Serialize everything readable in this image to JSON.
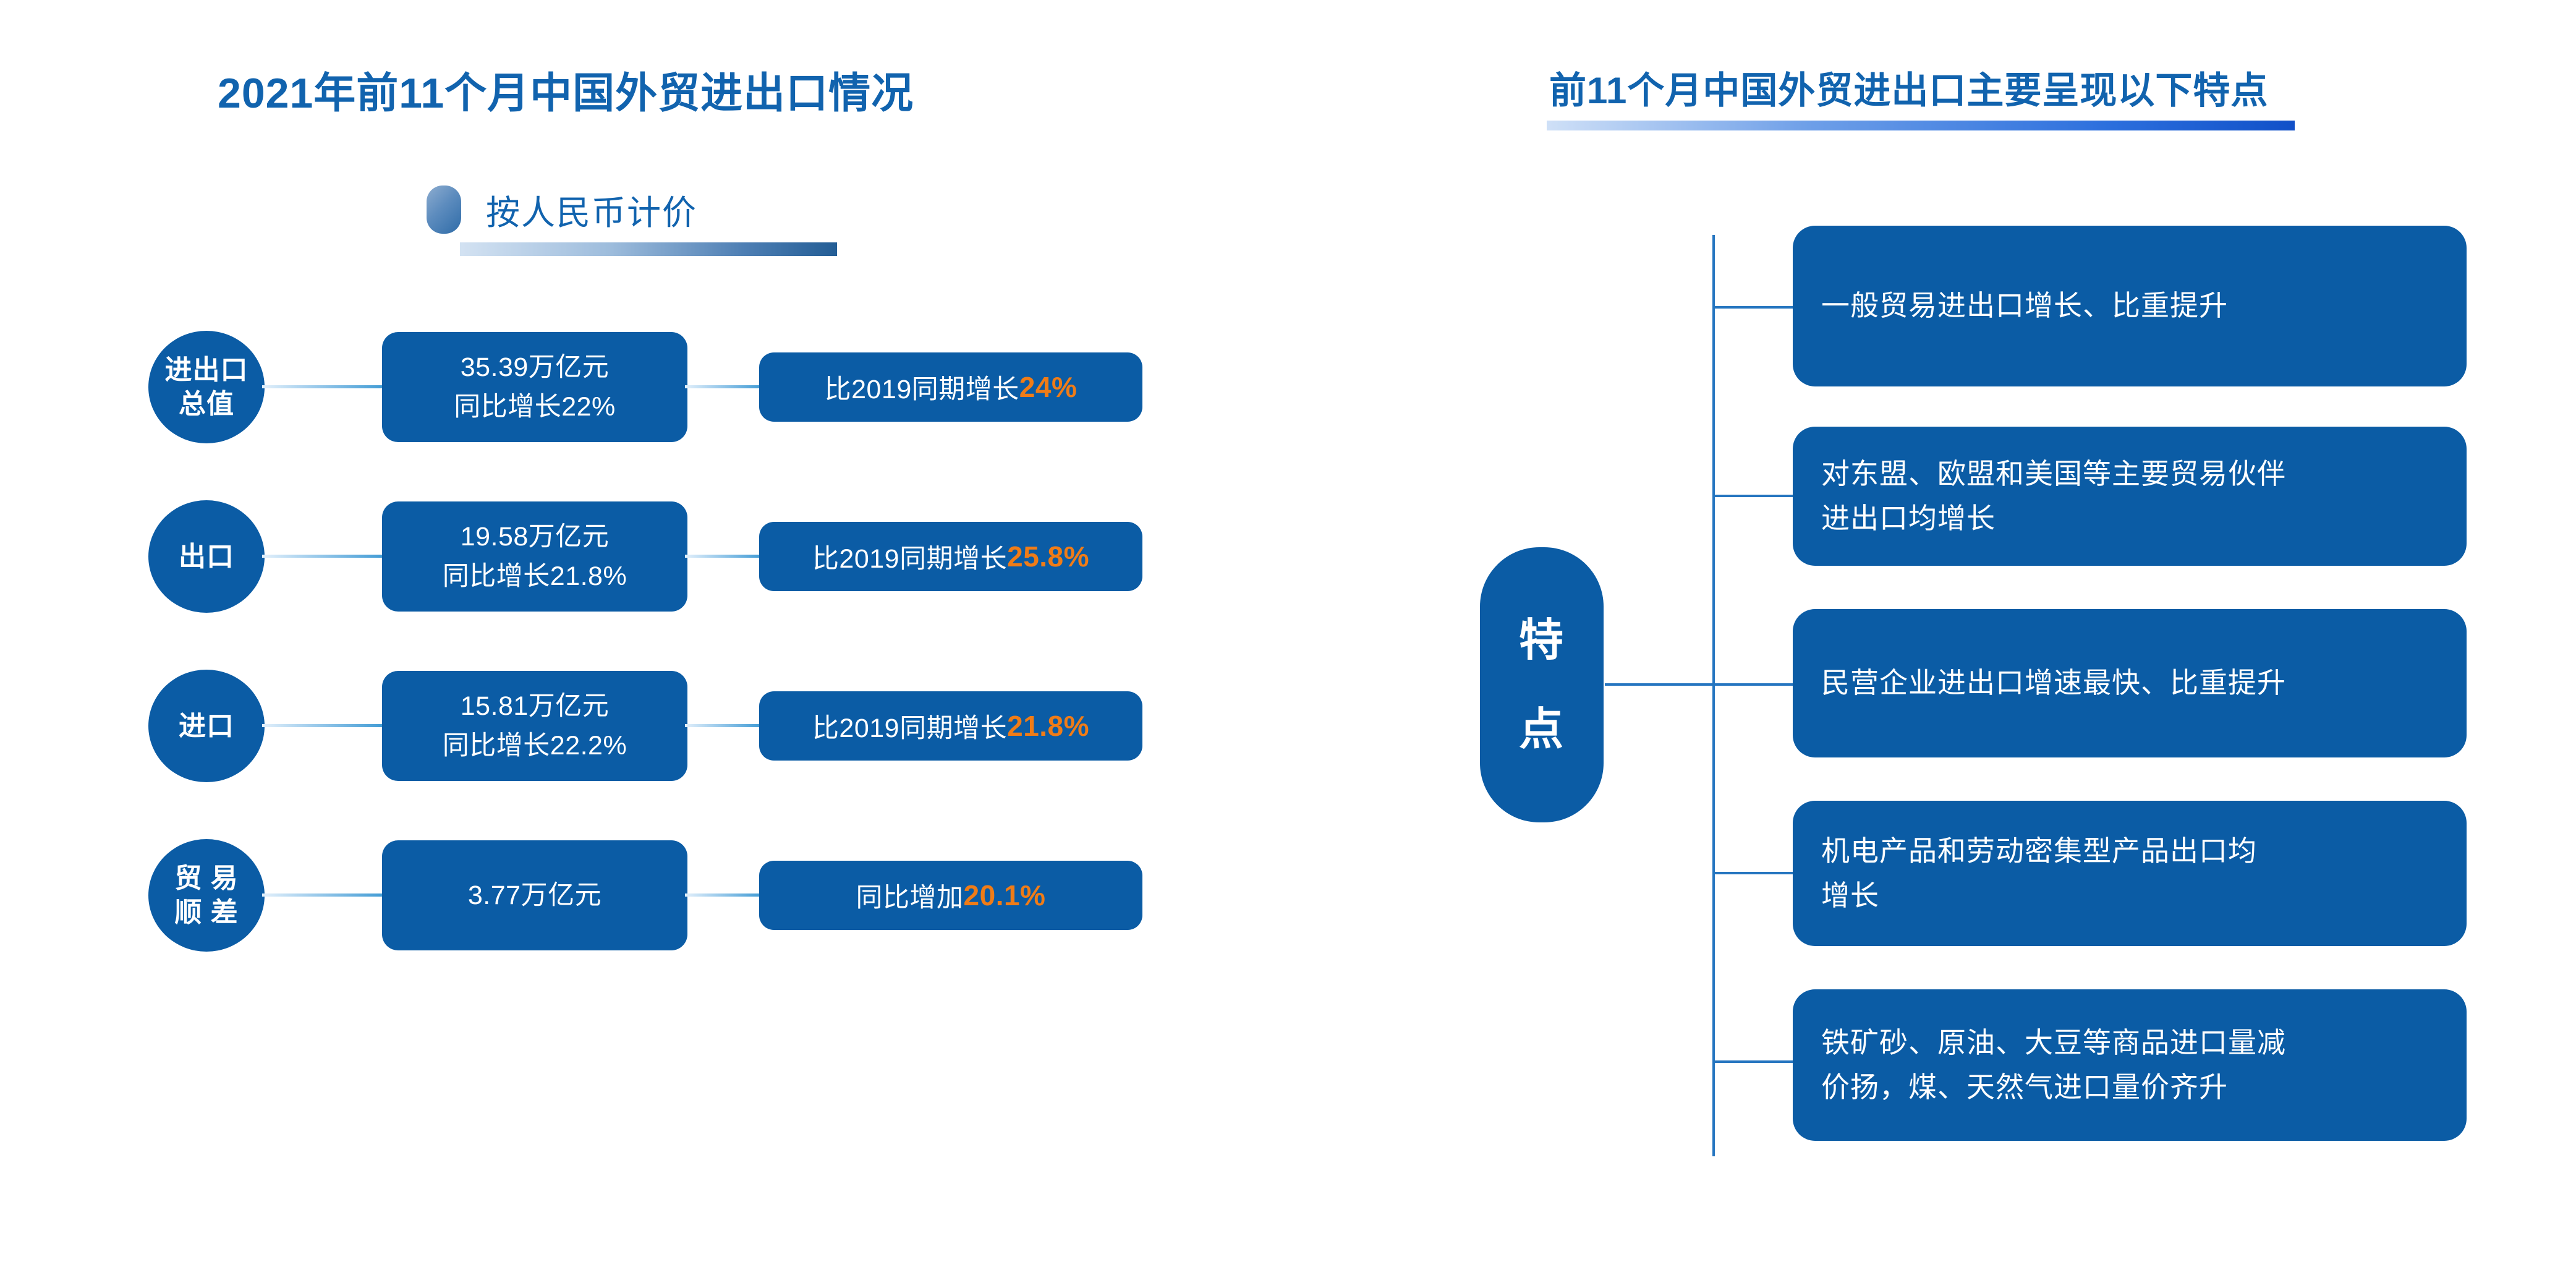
{
  "left_panel": {
    "title": "2021年前11个月中国外贸进出口情况",
    "subtitle": "按人民币计价",
    "rows": [
      {
        "label_lines": [
          "进出口",
          "总值"
        ],
        "mid_lines": [
          "35.39万亿元",
          "同比增长22%"
        ],
        "right_prefix": "比2019同期增长",
        "right_value": "24%"
      },
      {
        "label_lines": [
          "出口"
        ],
        "mid_lines": [
          "19.58万亿元",
          "同比增长21.8%"
        ],
        "right_prefix": "比2019同期增长",
        "right_value": "25.8%"
      },
      {
        "label_lines": [
          "进口"
        ],
        "mid_lines": [
          "15.81万亿元",
          "同比增长22.2%"
        ],
        "right_prefix": "比2019同期增长",
        "right_value": "21.8%"
      },
      {
        "label_lines": [
          "贸 易",
          "顺 差"
        ],
        "mid_lines": [
          "3.77万亿元"
        ],
        "right_prefix": "同比增加",
        "right_value": "20.1%"
      }
    ]
  },
  "right_panel": {
    "title": "前11个月中国外贸进出口主要呈现以下特点",
    "root_label_lines": [
      "特",
      "点"
    ],
    "features": [
      {
        "lines": [
          "一般贸易进出口增长、比重提升"
        ]
      },
      {
        "lines": [
          "对东盟、欧盟和美国等主要贸易伙伴",
          "进出口均增长"
        ]
      },
      {
        "lines": [
          "民营企业进出口增速最快、比重提升"
        ]
      },
      {
        "lines": [
          "机电产品和劳动密集型产品出口均",
          "增长"
        ]
      },
      {
        "lines": [
          "铁矿砂、原油、大豆等商品进口量减",
          "价扬，煤、天然气进口量价齐升"
        ]
      }
    ]
  },
  "colors": {
    "brand_blue": "#0b5ca5",
    "title_blue": "#1163ae",
    "accent_orange": "#f07c17",
    "connector_blue": "#2575c0"
  }
}
